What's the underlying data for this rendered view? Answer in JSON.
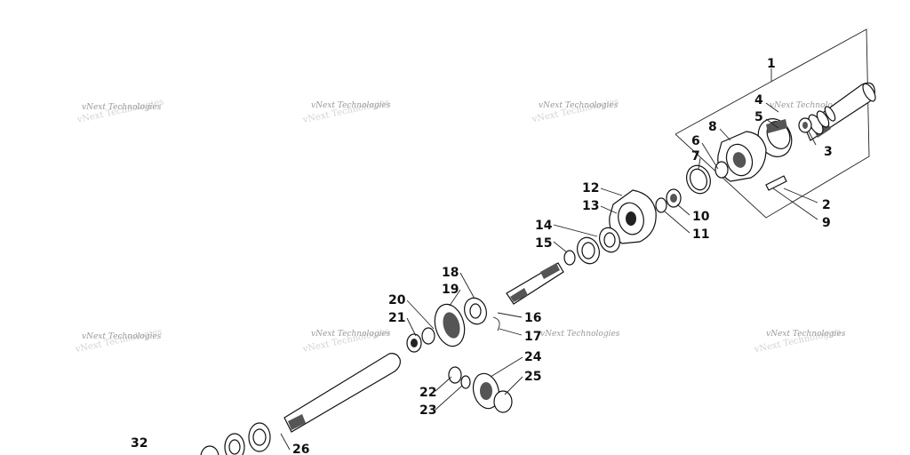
{
  "watermark_text": "vNext Technologies",
  "labels": {
    "n1": "1",
    "n2": "2",
    "n3": "3",
    "n4": "4",
    "n5": "5",
    "n6": "6",
    "n7": "7",
    "n8": "8",
    "n9": "9",
    "n10": "10",
    "n11": "11",
    "n12": "12",
    "n13": "13",
    "n14": "14",
    "n15": "15",
    "n16": "16",
    "n17": "17",
    "n18": "18",
    "n19": "19",
    "n20": "20",
    "n21": "21",
    "n22": "22",
    "n23": "23",
    "n24": "24",
    "n25": "25",
    "n26": "26",
    "n32": "32"
  },
  "colors": {
    "line": "#111111",
    "background": "#ffffff",
    "watermark": "#999999"
  }
}
